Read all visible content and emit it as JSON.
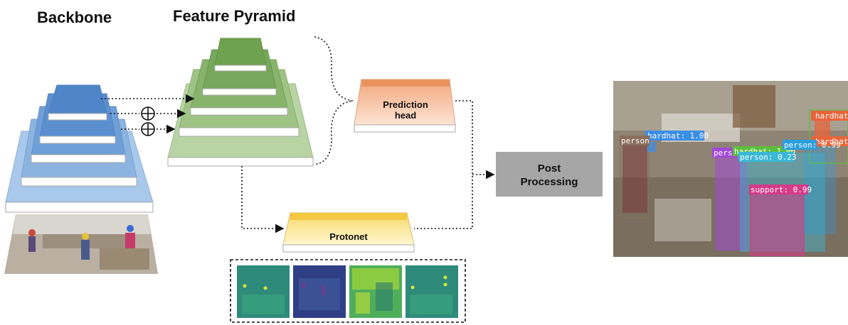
{
  "titles": {
    "backbone": "Backbone",
    "feature_pyramid": "Feature Pyramid"
  },
  "blocks": {
    "prediction_head_line1": "Prediction",
    "prediction_head_line2": "head",
    "protonet": "Protonet",
    "post_processing_line1": "Post",
    "post_processing_line2": "Processing"
  },
  "colors": {
    "backbone": "#5b8fd0",
    "pyramid": "#7fae5e",
    "prediction_head": "#f7c9ad",
    "prediction_head_top": "#e8935f",
    "protonet": "#ffe79a",
    "protonet_top": "#f5c842",
    "post_processing": "#a6a6a6"
  },
  "detections": [
    {
      "label": "hardhat: 1.00",
      "color": "#3b8ee8"
    },
    {
      "label": "person",
      "color": "#8a6d5a"
    },
    {
      "label": "hardhat",
      "color": "#e8643b"
    },
    {
      "label": "hardhat",
      "color": "#e8643b"
    },
    {
      "label": "persc",
      "color": "#a24ad6"
    },
    {
      "label": "hardhat: 1.00",
      "color": "#5bbf3a"
    },
    {
      "label": "person: 0.23",
      "color": "#3ab8d6"
    },
    {
      "label": "person: 0.99",
      "color": "#2a9fe0"
    },
    {
      "label": "support: 0.99",
      "color": "#d63a8a"
    }
  ],
  "prototype_masks": [
    "mask-1",
    "mask-2",
    "mask-3",
    "mask-4"
  ]
}
